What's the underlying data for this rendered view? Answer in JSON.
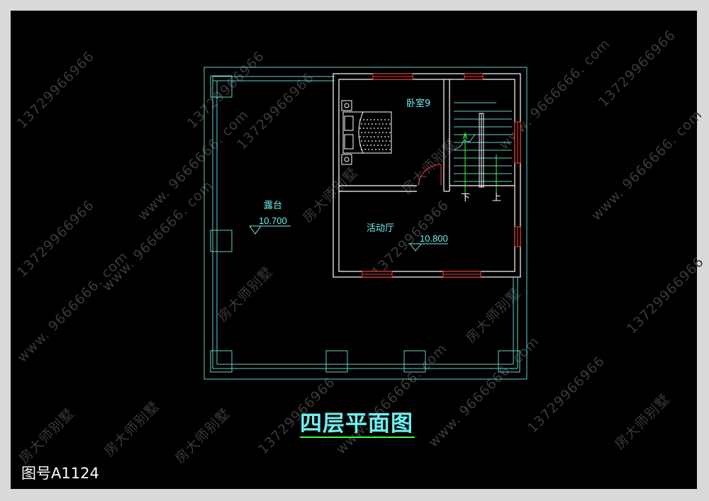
{
  "drawing": {
    "title": "四层平面图",
    "number": "图号A1124"
  },
  "rooms": {
    "bedroom": "卧室9",
    "terrace": "露台",
    "activity_hall": "活动厅"
  },
  "elevations": {
    "terrace": "10.700",
    "activity_hall": "10.800"
  },
  "stairs": {
    "down": "下",
    "up": "上"
  },
  "watermark": {
    "phone": "13729966966",
    "site": "www. 9666666. com",
    "brand": "房大师别墅"
  },
  "colors": {
    "background": "#000000",
    "border": "#d9d9d9",
    "wall": "#ffffff",
    "column_line": "#5fd0d0",
    "window": "#ff3b3b",
    "label": "#6ff0f0",
    "title_underline": "#3dff3d",
    "watermark": "#3a3a3a"
  }
}
